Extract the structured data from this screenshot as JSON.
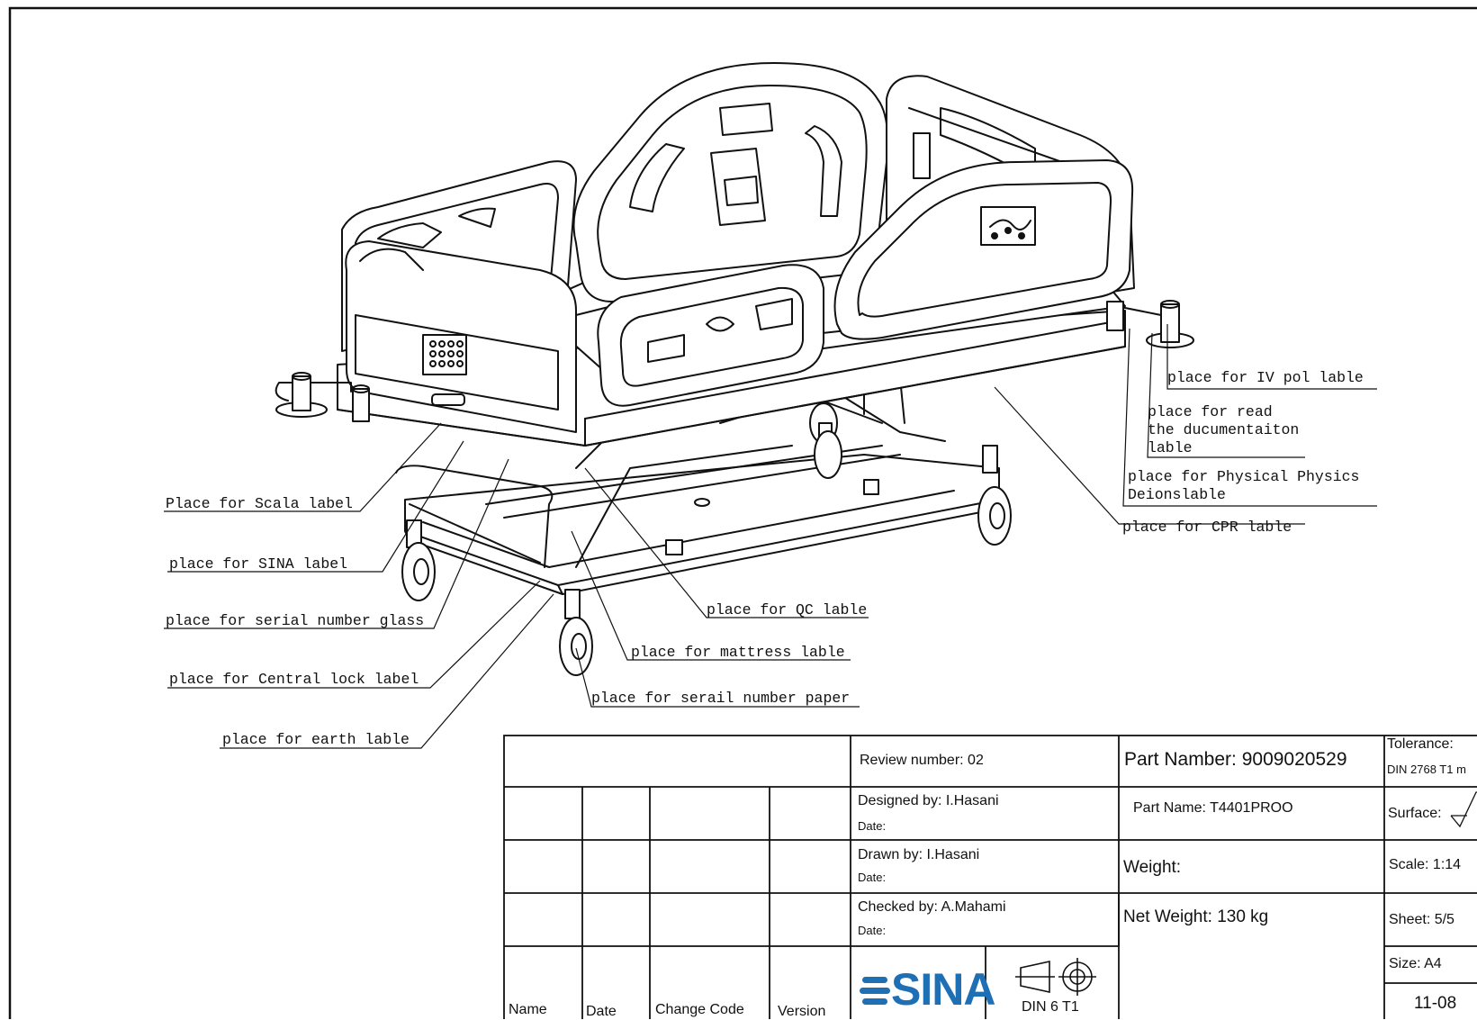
{
  "callouts": {
    "iv_pole": "place for IV pol lable",
    "read_doc": "place for read\nthe ducumentaiton\nlable",
    "physical": "place for Physical Physics\nDeionslable",
    "cpr": "place for CPR lable",
    "scala": "Place for Scala label",
    "sina": "place for SINA label",
    "serial_glass": "place for serial number glass",
    "central_lock": "place for Central lock label",
    "earth": "place for earth lable",
    "qc": "place for QC lable",
    "mattress": "place for mattress lable",
    "serial_paper": "place for serail number paper"
  },
  "title_block": {
    "review": "Review number:  02",
    "part_number": "Part Namber:  9009020529",
    "tolerance_label": "Tolerance:",
    "tolerance_value": "DIN 2768 T1 m",
    "designed_by": "Designed by:   I.Hasani",
    "date_label": "Date:",
    "part_name": "Part Name: T4401PROO",
    "surface_label": "Surface:",
    "drawn_by": "Drawn by:   I.Hasani",
    "weight": "Weight:",
    "scale": "Scale:  1:14",
    "checked_by": "Checked by:      A.Mahami",
    "net_weight": "Net Weight: 130 kg",
    "sheet": "Sheet:  5/5",
    "size": "Size:  A4",
    "sheet_code": "11-08",
    "logo_text": "SINA",
    "projection": "DIN 6 T1",
    "revision_headers": [
      "Name",
      "Date",
      "Change Code",
      "Version"
    ]
  }
}
